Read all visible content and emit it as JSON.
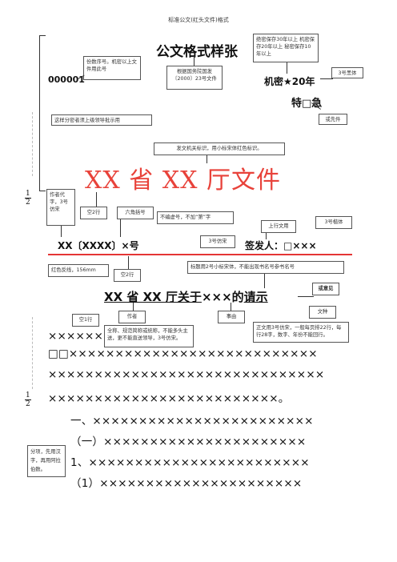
{
  "header": {
    "page_title": "标准公文(红头文件)格式"
  },
  "doc": {
    "sample_title": "公文格式样张",
    "copy_number": "000001",
    "secrecy": "机密★20年",
    "urgency": "特□急",
    "red_head": "XX 省 XX 厅文件",
    "doc_number": "XX〔XXXX〕×号",
    "signer": "签发人：□×××",
    "main_title_part1": "XX 省 XX 厅关于",
    "main_title_part2": "×××的",
    "main_title_part3": "请示",
    "addressee": "××××××：",
    "body_lines": [
      "□□×××××××××××××××××××××××××××",
      "××××××××××××××××××××××××××××××",
      "×××××××××××××××××××××××××。",
      "一、××××××××××××××××××××××××",
      "（一）××××××××××××××××××××××",
      "1、××××××××××××××××××××××××",
      "（1）××××××××××××××××××××××"
    ]
  },
  "margin_marks": {
    "numerator": "1",
    "denominator": "2"
  },
  "annotations": {
    "copy_num_note": "份数序号。机密以上文件用此号",
    "basis_note": "根据国务院国发〔2000〕23号文件",
    "secrecy_note": "绝密保存30年以上 机密保存20年以上 秘密保存10年以上",
    "font3_bold_a": "3号黑体",
    "distribute_note": "这样分密者须上级领导批示用",
    "urgency_note": "或先件",
    "issuer_note": "发文机关标识，用小标宋体红色标识。",
    "author_note": "作者代字，3号仿宋",
    "blank2_a": "空2行",
    "hexagonal": "六角括号",
    "no_prefix_note": "不编虚号，不加“第”字",
    "upward_note": "上行文用",
    "font3_kai": "3号楷体",
    "font3_fangsong": "3号仿宋",
    "red_rule_note": "红色反线，156mm",
    "blank2_b": "空2行",
    "title_font_note": "标题用2号小标宋体，不能出现书名号参书名号",
    "kind_note": "或意见",
    "blank1": "空1行",
    "author_label": "作者",
    "reason_label": "事由",
    "doc_type_label": "文种",
    "addressee_note": "全称、规范简称或统称，不能多头主送，更不能直送领导，3号仿宋。",
    "body_note": "正文用3号仿宋，一般每页排22行，每行28字，数字、年份不能回行。",
    "levels_note": "分项，先用汉字，再用阿拉伯数。"
  }
}
